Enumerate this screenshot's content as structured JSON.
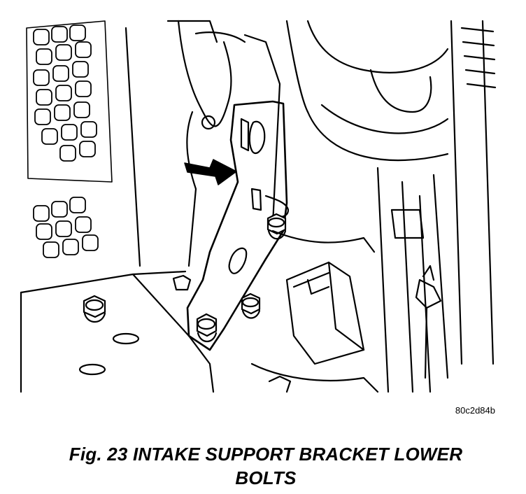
{
  "figure": {
    "reference_code": "80c2d84b",
    "caption_line1": "Fig. 23 INTAKE SUPPORT BRACKET LOWER",
    "caption_line2": "BOLTS",
    "line_color": "#000000",
    "background_color": "#ffffff"
  }
}
